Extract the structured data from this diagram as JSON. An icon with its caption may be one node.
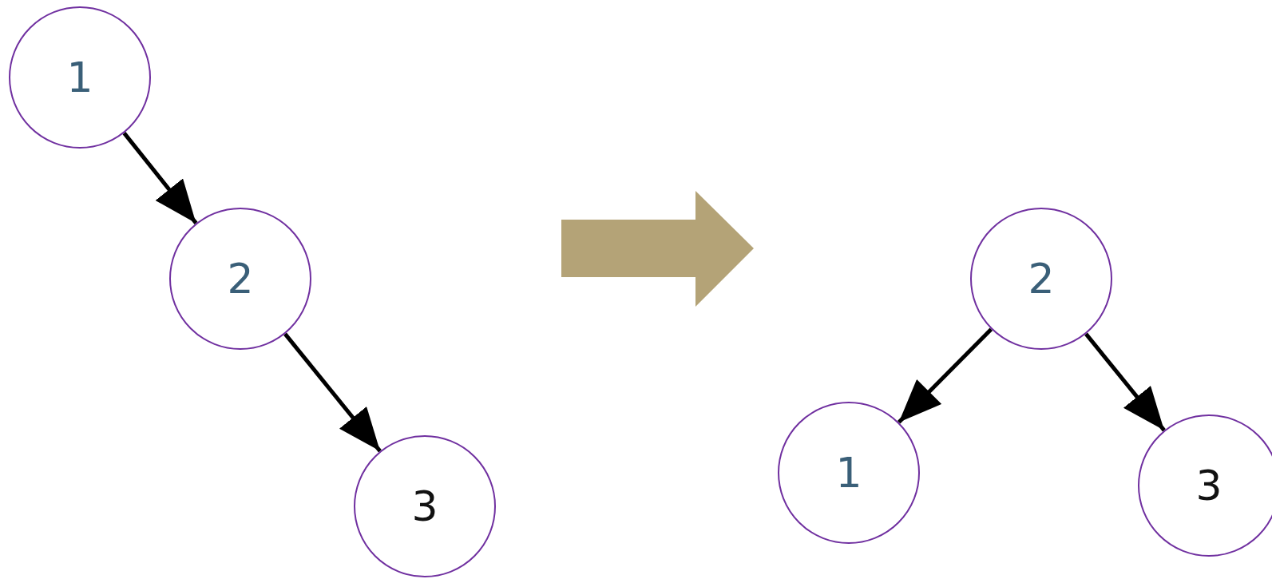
{
  "diagram": {
    "nodes": [
      {
        "text": [
          "1"
        ]
      },
      {
        "text": [
          "2"
        ]
      },
      {
        "text": [
          "3"
        ]
      },
      {
        "text": [
          "2"
        ]
      },
      {
        "text": [
          "1"
        ]
      },
      {
        "text": [
          "3"
        ]
      }
    ],
    "edges": [
      {
        "from": 0,
        "to": 1,
        "arrow": "to"
      },
      {
        "from": 1,
        "to": 2,
        "arrow": "to"
      },
      {
        "from": 3,
        "to": 4,
        "arrow": "to"
      },
      {
        "from": 3,
        "to": 5,
        "arrow": "to"
      }
    ]
  }
}
